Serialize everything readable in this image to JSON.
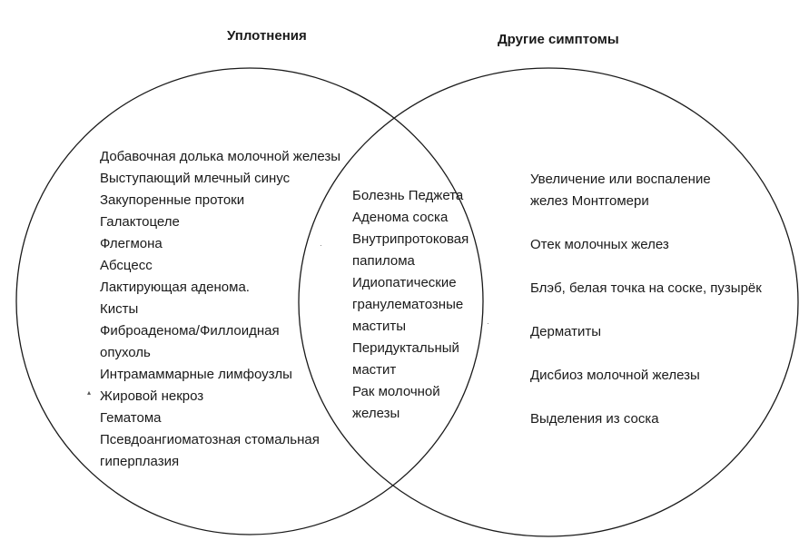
{
  "diagram": {
    "left_title": "Уплотнения",
    "right_title": "Другие симптомы",
    "left_items": [
      "Добавочная долька молочной железы",
      "Выступающий млечный синус",
      "Закупоренные протоки",
      "Галактоцеле",
      "Флегмона",
      "Абсцесс",
      "Лактирующая аденома.",
      "Кисты",
      "Фиброаденома/Филлоидная",
      "опухоль",
      "Интрамаммарные лимфоузлы",
      "Жировой некроз",
      "Гематома",
      "Псевдоангиоматозная стомальная",
      "гиперплазия"
    ],
    "center_items": [
      "Болезнь Педжета",
      "Аденома соска",
      "Внутрипротоковая",
      "папилома",
      "Идиопатические",
      "гранулематозные",
      "маститы",
      "Перидуктальный",
      "мастит",
      "Рак молочной",
      "железы"
    ],
    "right_items": [
      [
        "Увеличение или воспаление",
        "желез Монтгомери"
      ],
      [
        "Отек молочных желез"
      ],
      [
        "Блэб, белая точка на соске, пузырёк"
      ],
      [
        "Дерматиты"
      ],
      [
        "Дисбиоз молочной железы"
      ],
      [
        "Выделения из соска"
      ]
    ],
    "line_color": "#1a1a1a"
  }
}
